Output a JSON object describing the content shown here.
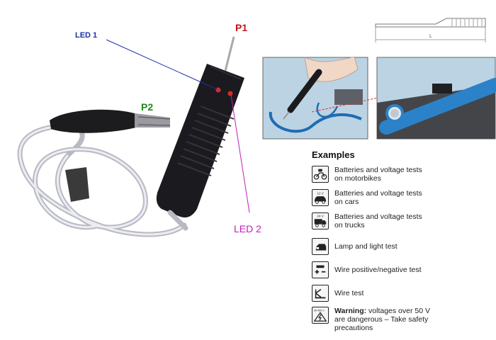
{
  "labels": {
    "led1": "LED 1",
    "p1": "P1",
    "p2": "P2",
    "led2": "LED 2"
  },
  "drawing": {
    "dimension_label": "L"
  },
  "examples": {
    "title": "Examples",
    "items": [
      {
        "icon": "motorbike-battery-icon",
        "text": "Batteries and voltage tests\non motorbikes"
      },
      {
        "icon": "car-battery-icon",
        "text": "Batteries and voltage tests\non cars"
      },
      {
        "icon": "truck-battery-icon",
        "text": "Batteries and voltage tests\non trucks"
      },
      {
        "icon": "lamp-icon",
        "text": "Lamp and light test"
      },
      {
        "icon": "polarity-icon",
        "text": "Wire positive/negative test"
      },
      {
        "icon": "wire-test-icon",
        "text": "Wire test"
      }
    ],
    "warning": {
      "icon": "high-voltage-warning-icon",
      "icon_text": "50-400 V",
      "bold": "Warning:",
      "text": " voltages over 50 V\nare dangerous – Take safety\nprecautions"
    },
    "icon_texts": {
      "car": "12 V",
      "truck": "24 V"
    }
  },
  "colors": {
    "led1": "#1f2fa8",
    "p1": "#c0141c",
    "p2": "#1a8a1a",
    "led2": "#c21fb5",
    "cable": "#dcdde3",
    "tester_body": "#1b1b1f"
  }
}
